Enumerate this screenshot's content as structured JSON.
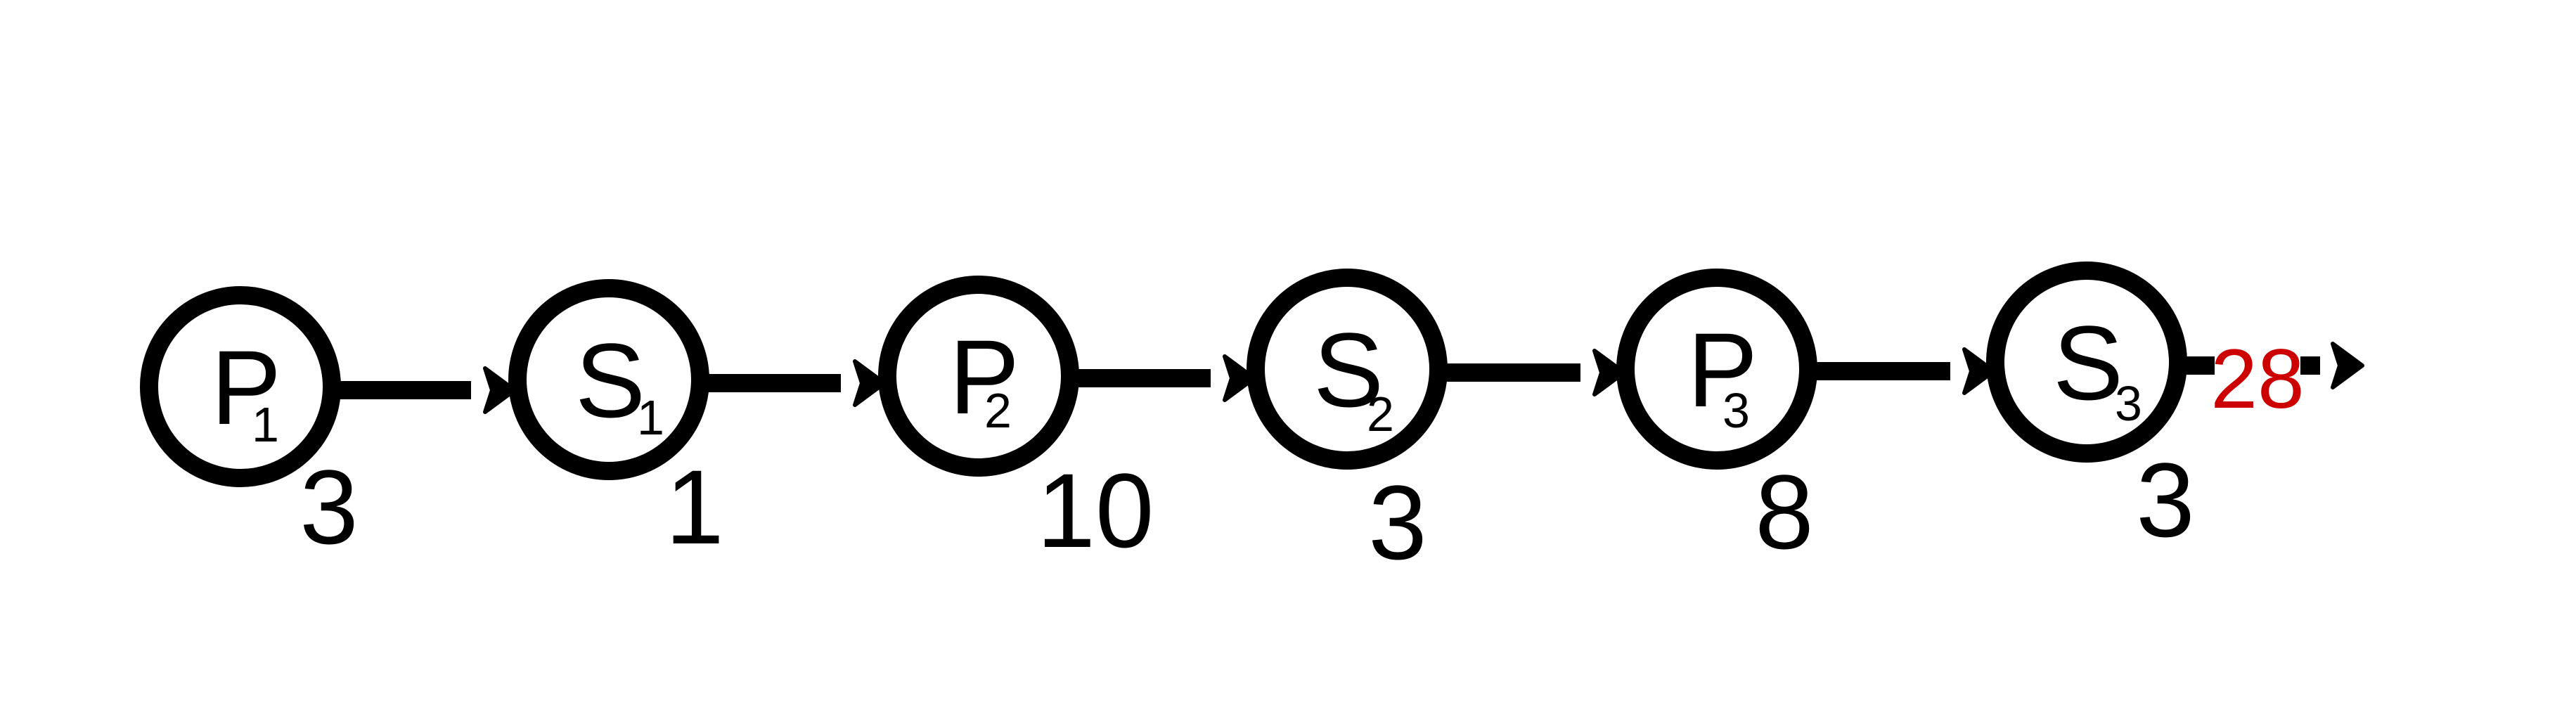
{
  "nodes": [
    {
      "letter": "P",
      "sub": "1",
      "weight": "3"
    },
    {
      "letter": "S",
      "sub": "1",
      "weight": "1"
    },
    {
      "letter": "P",
      "sub": "2",
      "weight": "10"
    },
    {
      "letter": "S",
      "sub": "2",
      "weight": "3"
    },
    {
      "letter": "P",
      "sub": "3",
      "weight": "8"
    },
    {
      "letter": "S",
      "sub": "3",
      "weight": "3"
    }
  ],
  "total": {
    "value": "28",
    "color": "#cc0000"
  }
}
